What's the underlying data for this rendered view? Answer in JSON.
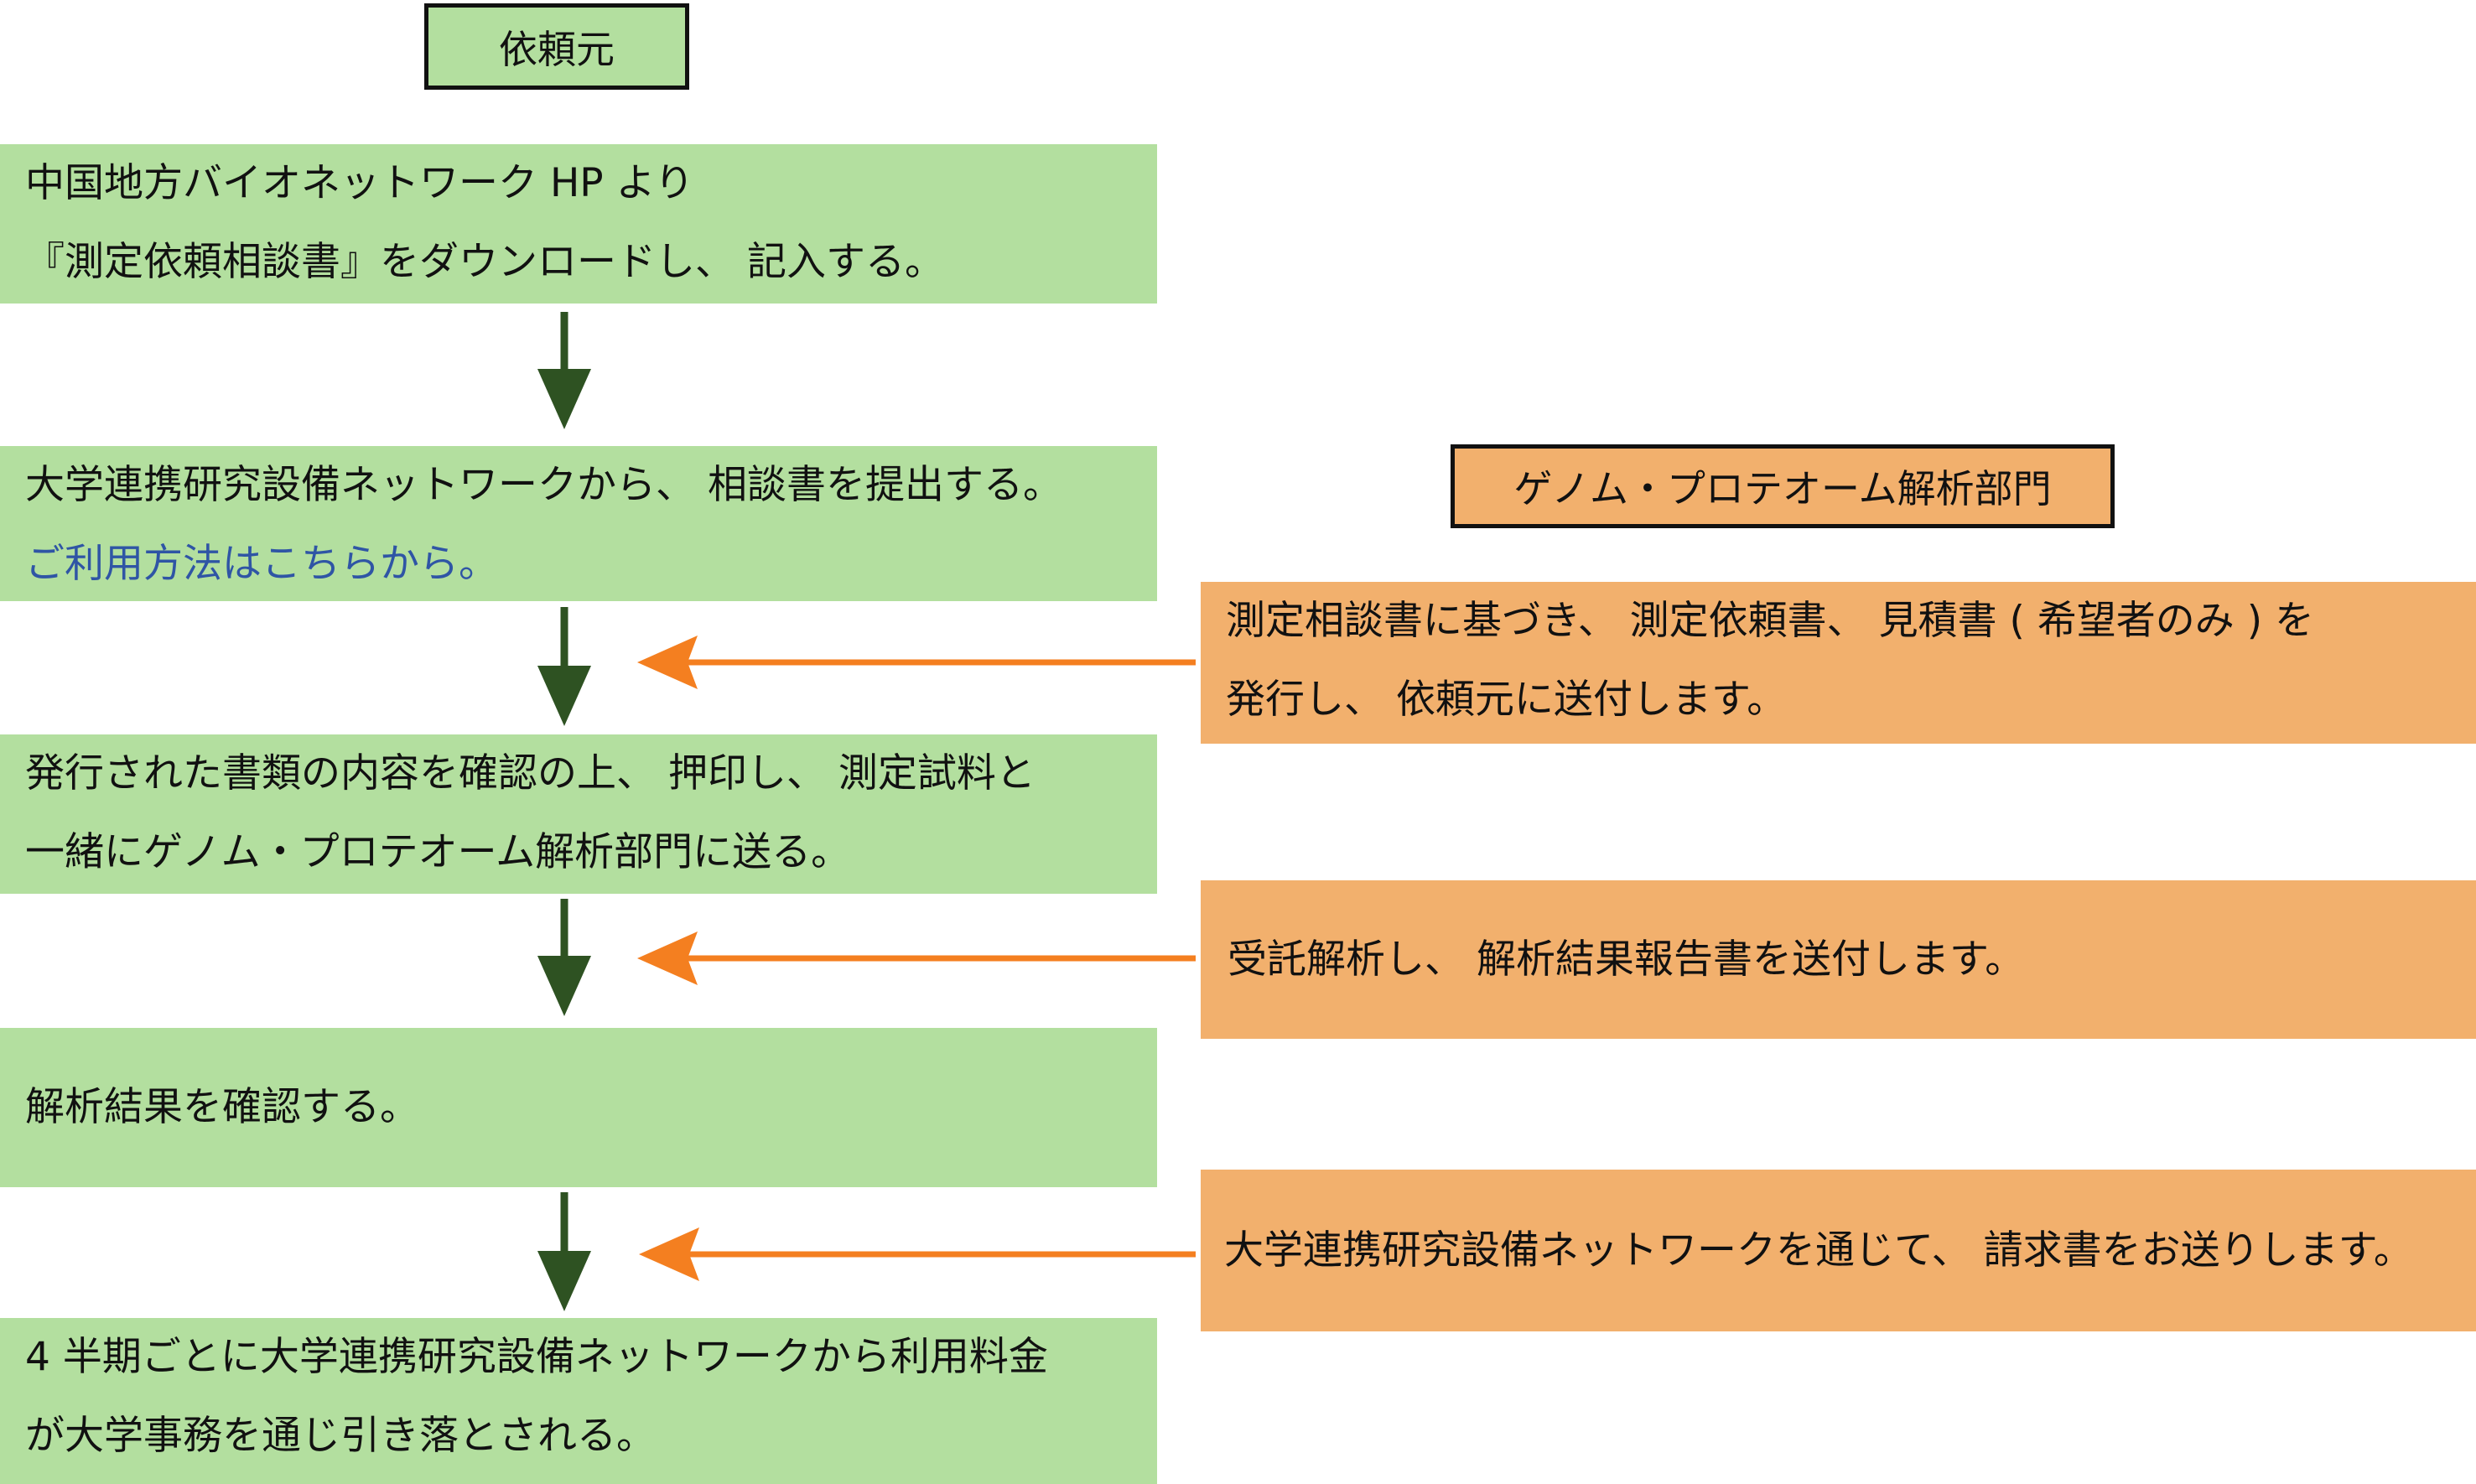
{
  "headers": {
    "requester": "依頼元",
    "department": "ゲノム・プロテオーム解析部門"
  },
  "steps": [
    {
      "lines": [
        "中国地方バイオネットワーク HP より",
        "『測定依頼相談書』をダウンロードし、 記入する。"
      ]
    },
    {
      "lines": [
        "大学連携研究設備ネットワークから、 相談書を提出する。"
      ],
      "link": "ご利用方法はこちらから。"
    },
    {
      "lines": [
        "発行された書類の内容を確認の上、 押印し、 測定試料と",
        "一緒にゲノム・プロテオーム解析部門に送る。"
      ]
    },
    {
      "lines": [
        "解析結果を確認する。"
      ]
    },
    {
      "lines": [
        "4 半期ごとに大学連携研究設備ネットワークから利用料金",
        "が大学事務を通じ引き落とされる。"
      ]
    }
  ],
  "responses": [
    {
      "lines": [
        "測定相談書に基づき、 測定依頼書、 見積書 ( 希望者のみ ) を",
        "発行し、 依頼元に送付します。"
      ]
    },
    {
      "lines": [
        "受託解析し、 解析結果報告書を送付します。"
      ]
    },
    {
      "lines": [
        "大学連携研究設備ネットワークを通じて、 請求書をお送りします。"
      ]
    }
  ],
  "colors": {
    "requester_fill": "#b3df9f",
    "department_fill": "#f2b06d",
    "down_arrow": "#2e5222",
    "side_arrow": "#f47f20",
    "link_text": "#2f55a5"
  }
}
